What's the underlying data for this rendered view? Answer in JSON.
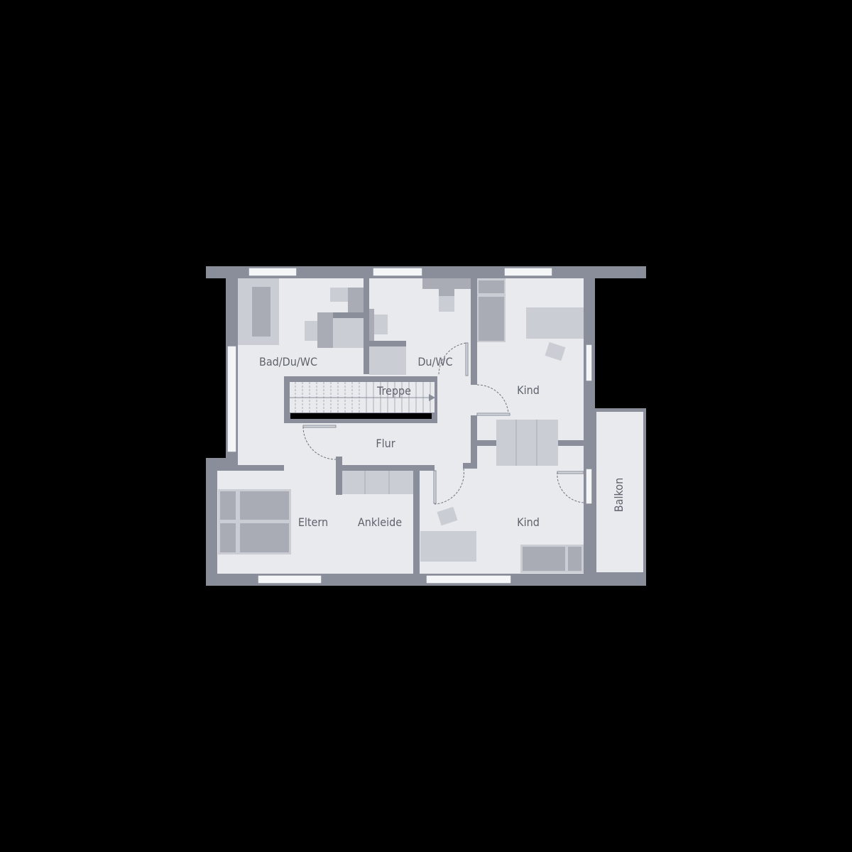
{
  "rooms": {
    "bad": "Bad/Du/WC",
    "duwc": "Du/WC",
    "treppe": "Treppe",
    "flur": "Flur",
    "kind_top": "Kind",
    "kind_bottom": "Kind",
    "eltern": "Eltern",
    "ankleide": "Ankleide",
    "balkon": "Balkon"
  },
  "colors": {
    "wall": "#898e9a",
    "floor": "#e8eaee",
    "furniture": "#cbcdd4",
    "background": "#000000"
  }
}
